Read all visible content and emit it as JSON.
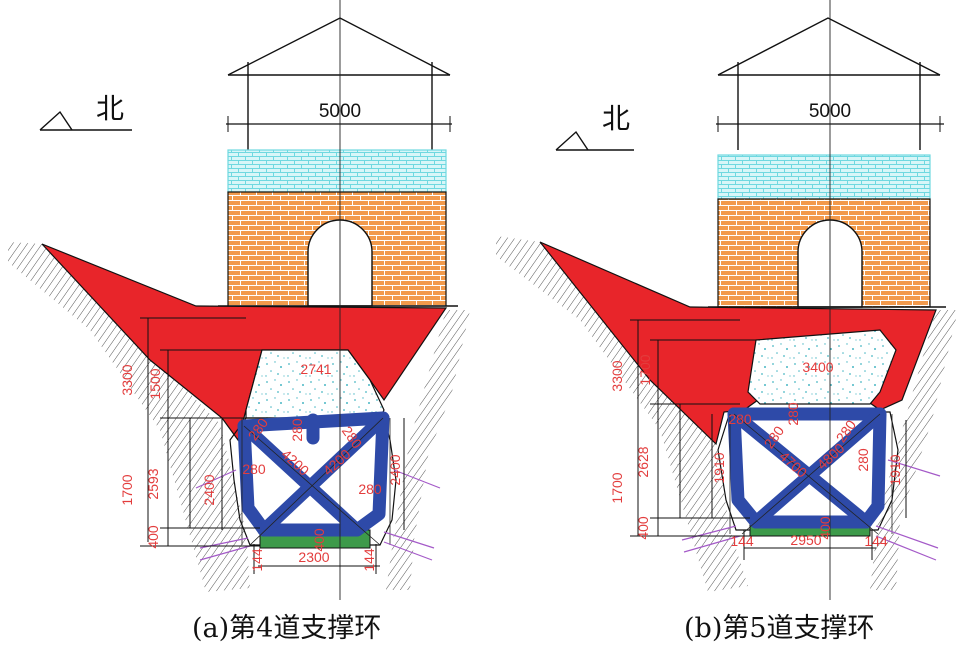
{
  "north_label": "北",
  "colors": {
    "concrete_red": "#e8252a",
    "brick_orange": "#f29a4c",
    "cap_cyan": "#6fd8e0",
    "support_blue": "#2e4aa8",
    "base_green": "#3d9a4a",
    "dim_red": "#e33d3d",
    "purple_bolt": "#a45ac8"
  },
  "panel_a": {
    "caption": "(a)第4道支撑环",
    "width_top": "5000",
    "dims": {
      "d3300": "3300",
      "d1500": "1500",
      "d2741": "2741",
      "d1700": "1700",
      "d2593": "2593",
      "d400": "400",
      "d2400l": "2400",
      "d2400r": "2400",
      "d280a": "280",
      "d280b": "280",
      "d280c": "280",
      "d280d": "280",
      "d280e": "280",
      "d4200a": "4200",
      "d4200b": "4200",
      "d2300": "2300",
      "d400b": "400",
      "d144a": "144",
      "d144b": "144"
    }
  },
  "panel_b": {
    "caption": "(b)第5道支撑环",
    "width_top": "5000",
    "dims": {
      "d3300": "3300",
      "d1700t": "1700",
      "d3400": "3400",
      "d2628": "2628",
      "d1700": "1700",
      "d400": "400",
      "d280a": "280",
      "d280b": "280",
      "d280c": "280",
      "d280d": "280",
      "d280e": "280",
      "d4700": "4700",
      "d4800": "4800",
      "d1910l": "1910",
      "d1910r": "1910",
      "d2950": "2950",
      "d400b": "400",
      "d144a": "144",
      "d144b": "144"
    }
  }
}
